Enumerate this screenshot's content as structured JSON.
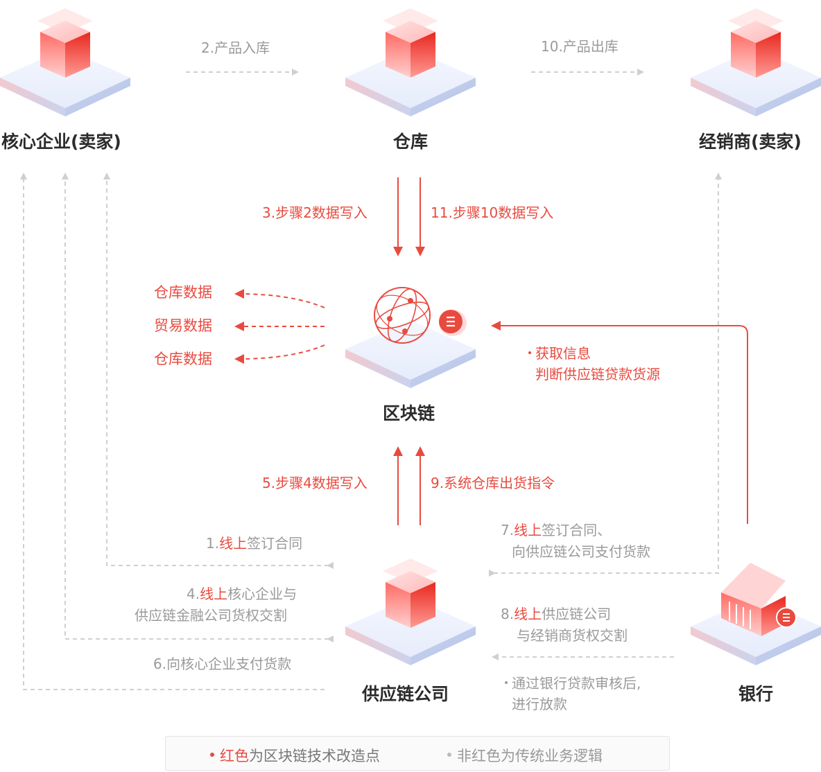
{
  "nodes": {
    "core": "核心企业(卖家)",
    "warehouse": "仓库",
    "dealer": "经销商(卖家)",
    "blockchain": "区块链",
    "scf": "供应链公司",
    "bank": "银行"
  },
  "steps": {
    "s2": "2.产品入库",
    "s10": "10.产品出库",
    "s3": "3.步骤2数据写入",
    "s11": "11.步骤10数据写入",
    "s5": "5.步骤4数据写入",
    "s9": "9.系统仓库出货指令",
    "s1_num": "1.",
    "s1_red": "线上",
    "s1_rest": "签订合同",
    "s4_num": "4.",
    "s4_red": "线上",
    "s4_rest": "核心企业与",
    "s4_line2": "供应链金融公司货权交割",
    "s6": "6.向核心企业支付货款",
    "s7_num": "7.",
    "s7_red": "线上",
    "s7_rest": "签订合同、",
    "s7_line2": "向供应链公司支付货款",
    "s8_num": "8.",
    "s8_red": "线上",
    "s8_rest": "供应链公司",
    "s8_line2": "与经销商货权交割",
    "bank_note1": "通过银行贷款审核后,",
    "bank_note2": "进行放款",
    "info1": "获取信息",
    "info2": "判断供应链贷款货源"
  },
  "outputs": [
    "仓库数据",
    "贸易数据",
    "仓库数据"
  ],
  "legend": {
    "red_word": "红色",
    "red_rest": "为区块链技术改造点",
    "gray_text": "非红色为传统业务逻辑"
  },
  "colors": {
    "red": "#e84a3f",
    "gray": "#9a9a9a",
    "dashed": "#cfcfcf",
    "title": "#2b2b2b"
  }
}
